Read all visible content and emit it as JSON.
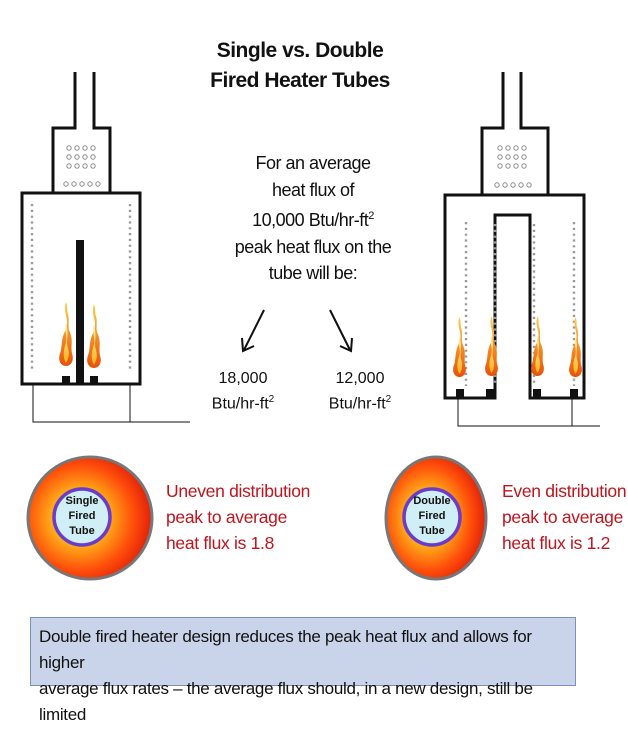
{
  "title": {
    "line1": "Single vs. Double",
    "line2": "Fired Heater Tubes"
  },
  "description": {
    "line1": "For an average",
    "line2": "heat flux of",
    "line3": "10,000 Btu/hr-ft",
    "line3_sup": "2",
    "line4": "peak heat flux on the",
    "line5": "tube will be:"
  },
  "single_value": {
    "number": "18,000",
    "unit": "Btu/hr-ft",
    "unit_sup": "2"
  },
  "double_value": {
    "number": "12,000",
    "unit": "Btu/hr-ft",
    "unit_sup": "2"
  },
  "single_tube": {
    "label_line1": "Single",
    "label_line2": "Fired",
    "label_line3": "Tube",
    "text_line1": "Uneven distribution",
    "text_line2": "peak to average",
    "text_line3": "heat flux is 1.8"
  },
  "double_tube": {
    "label_line1": "Double",
    "label_line2": "Fired",
    "label_line3": "Tube",
    "text_line1": "Even distribution",
    "text_line2": "peak to average",
    "text_line3": "heat flux is 1.2"
  },
  "footer": {
    "line1": "Double fired heater design reduces the peak heat flux and allows for higher",
    "line2": "average flux rates – the average flux should, in a new design, still be limited"
  },
  "colors": {
    "text_red": "#c0141c",
    "footer_bg": "#c9d4ea",
    "tube_inner": "#cfeef5",
    "tube_ring": "#6a3ccc"
  },
  "icons": {
    "flame": "flame-icon",
    "arrow": "arrow-down-icon"
  }
}
